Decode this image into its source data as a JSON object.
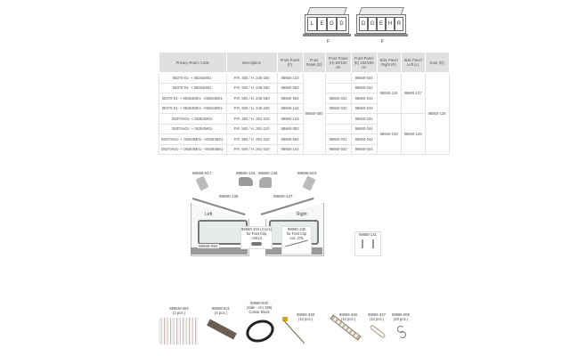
{
  "top_illustrations": {
    "tent_left": {
      "panels": [
        "L",
        "E",
        "G",
        "D"
      ],
      "width_label": "F"
    },
    "tent_right": {
      "panels": [
        "D",
        "G",
        "E",
        "H",
        "R"
      ],
      "width_label": "F"
    }
  },
  "table": {
    "headers": [
      "Privacy Room Code",
      "Description",
      "Front Panel (F)",
      "Front Panel (G)",
      "Front Panel (H) 50/100 cm",
      "Front Panel (E) 150/200 cm",
      "Side Panel Right (R)",
      "Side Panel Left (L)",
      "Door (D)"
    ],
    "rows": [
      {
        "code": "08370-01- + 08364M01-",
        "desc": "P.R. 450 / H. 245-260",
        "f": "98660-133",
        "h": "",
        "e": "98660-034"
      },
      {
        "code": "08370-01- + 08364M01-",
        "desc": "P.R. 500 / H. 245-260",
        "f": "98660-053",
        "h": "",
        "e": "98660-044"
      },
      {
        "code": "08370-01- + 08364M01- +08364B01-",
        "desc": "P.R. 550 / H. 245-260",
        "f": "98660-054",
        "h": "98660-031",
        "e": "98660-044"
      },
      {
        "code": "08370-01- + 08364M01- +08364B01-",
        "desc": "P.R. 600 / H. 245-260",
        "f": "98660-142",
        "h": "98660-032",
        "e": "98660-044"
      },
      {
        "code": "08370A01- + 08364M01-",
        "desc": "P.R. 450 / H. 281-310",
        "f": "98660-123",
        "h": "",
        "e": "98660-034"
      },
      {
        "code": "08370A01- + 08364M01-",
        "desc": "P.R. 500 / H. 281-310",
        "f": "98660-053",
        "h": "",
        "e": "98660-044"
      },
      {
        "code": "08370A01- + 08364M01- +08364B01-",
        "desc": "P.R. 550 / H. 281-310",
        "f": "98660-054",
        "h": "98660-031",
        "e": "98660-044"
      },
      {
        "code": "08370A01- + 08364M01- +08364B01-",
        "desc": "P.R. 600 / H. 281-310",
        "f": "98660-142",
        "h": "98660-032",
        "e": "98660-044"
      }
    ],
    "merged": {
      "front_g": "98660-080",
      "side_right_group1": "98660-126",
      "side_left_group1": "98660-127",
      "side_right_group2": "98660-128",
      "side_left_group2": "98660-129",
      "door": "98660-139"
    }
  },
  "diagram": {
    "part_labels": {
      "p617": "98655-617",
      "p134": "98660-134",
      "p135": "98660-135",
      "p619": "98655-619",
      "p136": "98660-136",
      "p137": "98660-137",
      "p892": "98655-892",
      "p141": "98660-141"
    },
    "wall_left": "Left",
    "wall_right": "Right",
    "callout_104": [
      "98660-104 (2 pcs)",
      "for Fast Clip >2013"
    ],
    "callout_138": [
      "98660-138",
      "for Fast Clip",
      "ext. 275"
    ]
  },
  "parts": [
    {
      "code": "98655A464",
      "qty": "(2 pcs.)"
    },
    {
      "code": "98655-621",
      "qty": "(4 pcs.)"
    },
    {
      "code": "98660-040",
      "qty": "(Side - cm 195)",
      "extra": "Colour black"
    },
    {
      "code": "98655-349",
      "qty": "(10 pcs.)"
    },
    {
      "code": "98655-346",
      "qty": "(10 pcs.)"
    },
    {
      "code": "98655-347",
      "qty": "(10 pcs.)"
    },
    {
      "code": "98655-006",
      "qty": "(20 pcs.)"
    }
  ]
}
